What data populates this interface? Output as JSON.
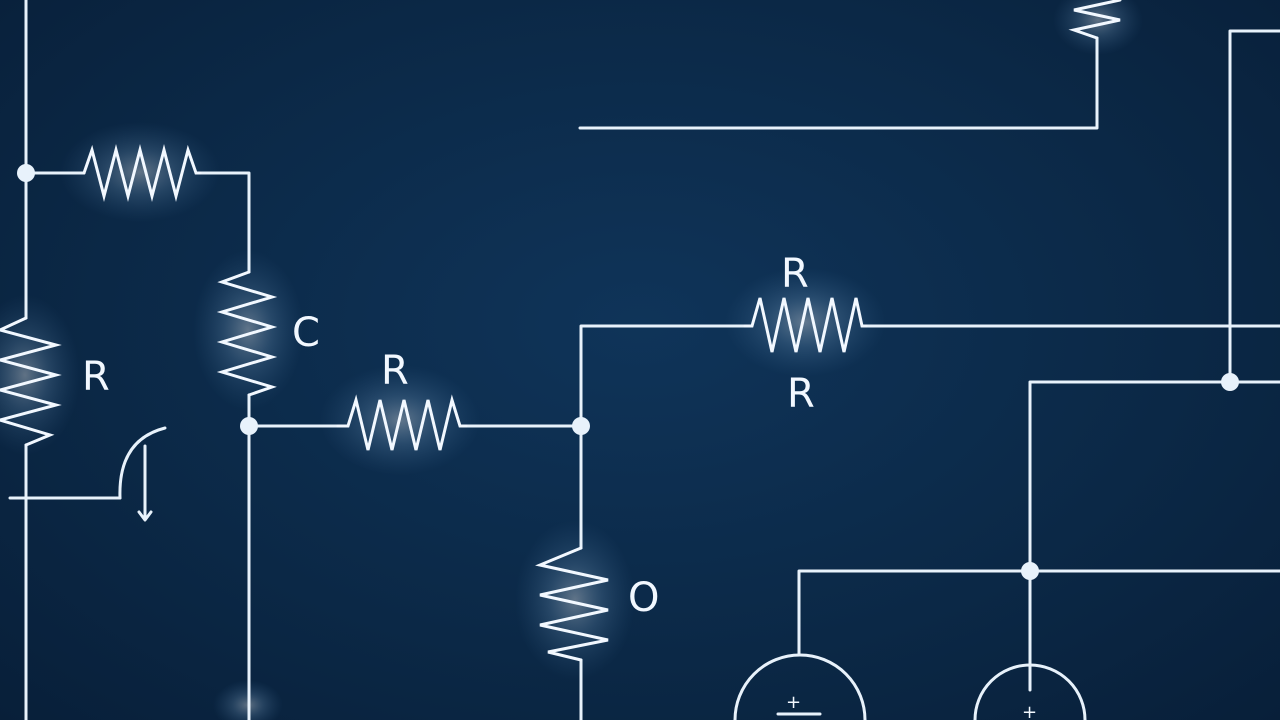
{
  "labels": {
    "r_left": "R",
    "c_mid": "C",
    "r_mid": "R",
    "r_top": "R",
    "r_below": "R",
    "o_lower": "O"
  },
  "source_marks": {
    "left": "+",
    "right": "+"
  }
}
